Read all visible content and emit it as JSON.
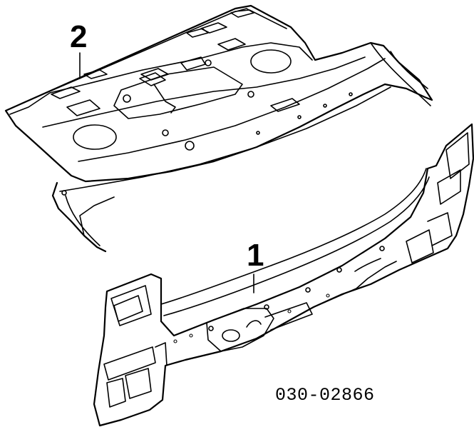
{
  "callouts": {
    "upper_part": "2",
    "lower_part": "1"
  },
  "part_number": "030-02866"
}
